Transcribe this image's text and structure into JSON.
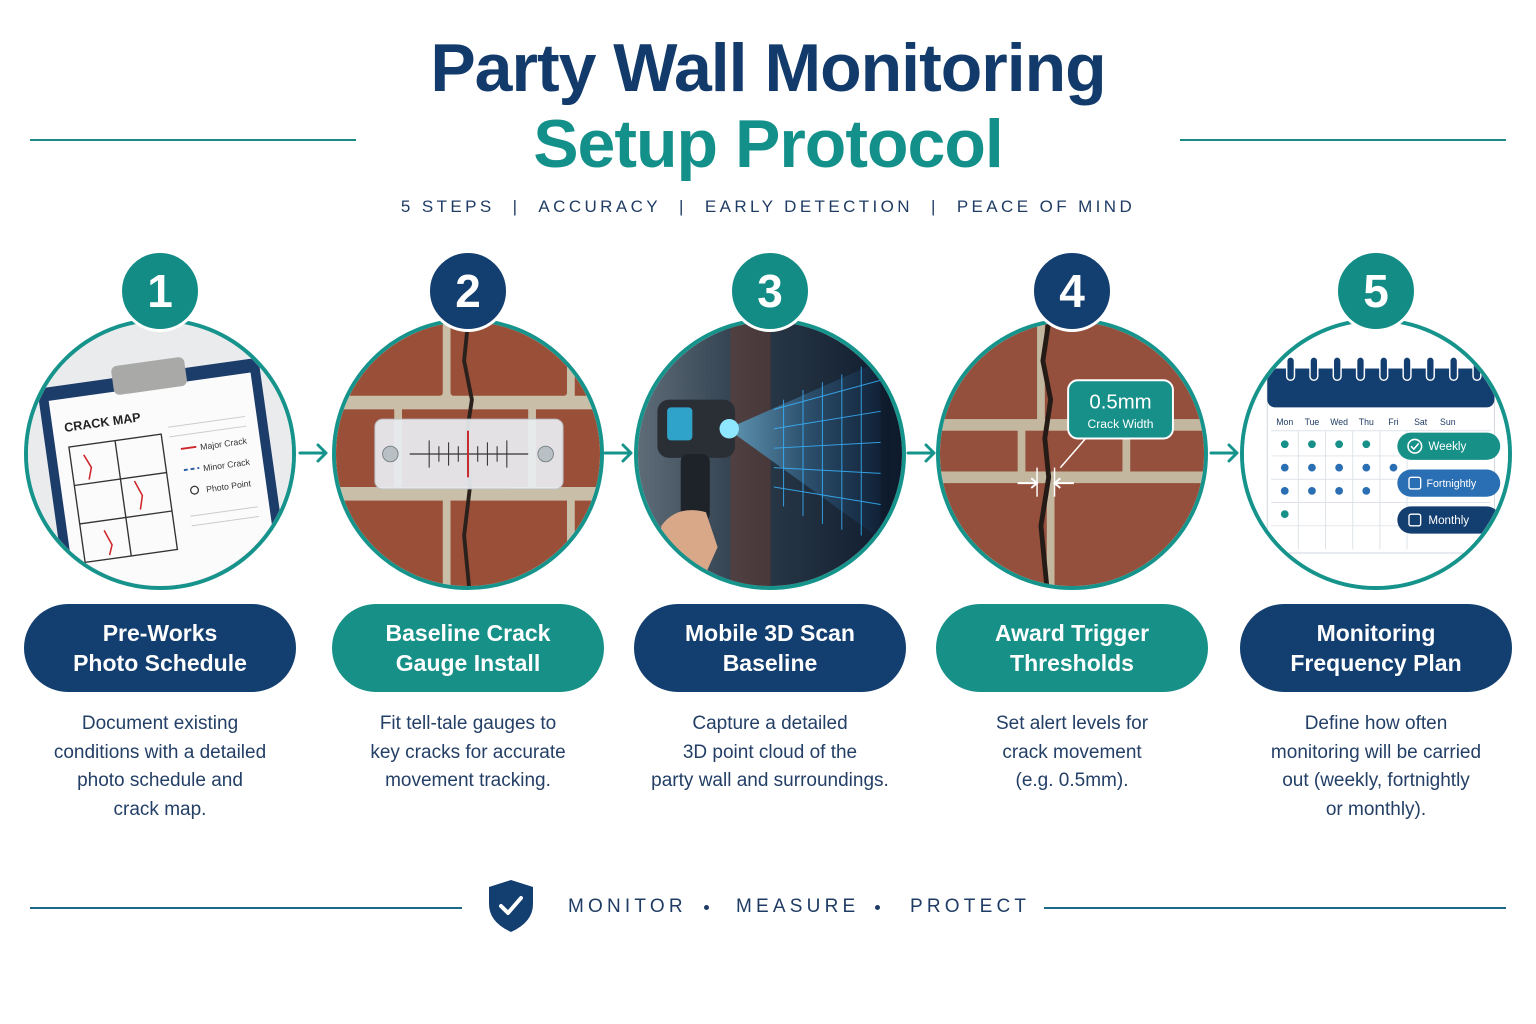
{
  "title": {
    "line1": "Party Wall Monitoring",
    "line2": "Setup Protocol"
  },
  "tagline": [
    "5 STEPS",
    "ACCURACY",
    "EARLY DETECTION",
    "PEACE OF MIND"
  ],
  "tagline_separator": "|",
  "colors": {
    "navy": "#133e70",
    "teal": "#179088",
    "rule": "#1c8a86"
  },
  "steps": [
    {
      "number": "1",
      "badge_color": "teal",
      "pill_color": "navy",
      "title": [
        "Pre-Works",
        "Photo Schedule"
      ],
      "description": [
        "Document existing",
        "conditions with a detailed",
        "photo schedule and",
        "crack map."
      ],
      "image": {
        "icon": "clipboard-crack-map-icon",
        "heading": "CRACK MAP",
        "legend": [
          "Major Crack",
          "Minor Crack",
          "Photo Point"
        ]
      }
    },
    {
      "number": "2",
      "badge_color": "navy",
      "pill_color": "teal",
      "title": [
        "Baseline Crack",
        "Gauge Install"
      ],
      "description": [
        "Fit tell-tale gauges to",
        "key cracks for accurate",
        "movement tracking."
      ],
      "image": {
        "icon": "tell-tale-gauge-icon"
      }
    },
    {
      "number": "3",
      "badge_color": "teal",
      "pill_color": "navy",
      "title": [
        "Mobile 3D Scan",
        "Baseline"
      ],
      "description": [
        "Capture a detailed",
        "3D point cloud of the",
        "party wall and surroundings."
      ],
      "image": {
        "icon": "3d-scanner-icon"
      }
    },
    {
      "number": "4",
      "badge_color": "navy",
      "pill_color": "teal",
      "title": [
        "Award Trigger",
        "Thresholds"
      ],
      "description": [
        "Set alert levels for",
        "crack movement",
        "(e.g. 0.5mm)."
      ],
      "image": {
        "icon": "crack-width-icon",
        "callout_value": "0.5mm",
        "callout_label": "Crack Width"
      }
    },
    {
      "number": "5",
      "badge_color": "teal",
      "pill_color": "navy",
      "title": [
        "Monitoring",
        "Frequency Plan"
      ],
      "description": [
        "Define how often",
        "monitoring will be carried",
        "out (weekly, fortnightly",
        "or monthly)."
      ],
      "image": {
        "icon": "calendar-icon",
        "days": [
          "Mon",
          "Tue",
          "Wed",
          "Thu",
          "Fri",
          "Sat",
          "Sun"
        ],
        "options": [
          "Weekly",
          "Fortnightly",
          "Monthly"
        ]
      }
    }
  ],
  "footer": {
    "words": [
      "MONITOR",
      "MEASURE",
      "PROTECT"
    ],
    "icon": "shield-check-icon"
  }
}
